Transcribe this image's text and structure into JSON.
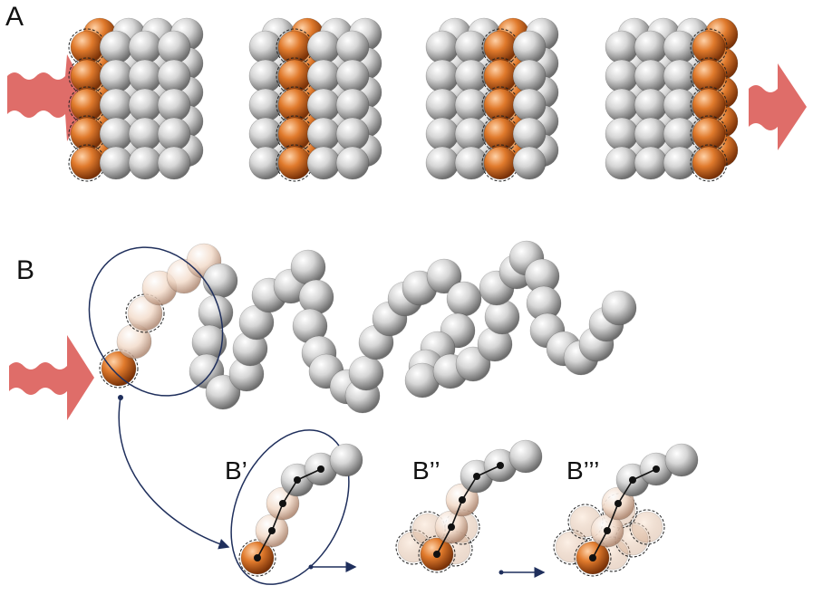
{
  "panels": {
    "a": {
      "label": "A"
    },
    "b": {
      "label": "B"
    }
  },
  "sub_panels": [
    {
      "label": "B’"
    },
    {
      "label": "B’’"
    },
    {
      "label": "B’’’"
    }
  ],
  "colors": {
    "sphere_gray": "#c8c8c8",
    "sphere_orange": "#e07a2c",
    "arrow_red": "#d9534f",
    "outline_navy": "#1f2f5c"
  }
}
